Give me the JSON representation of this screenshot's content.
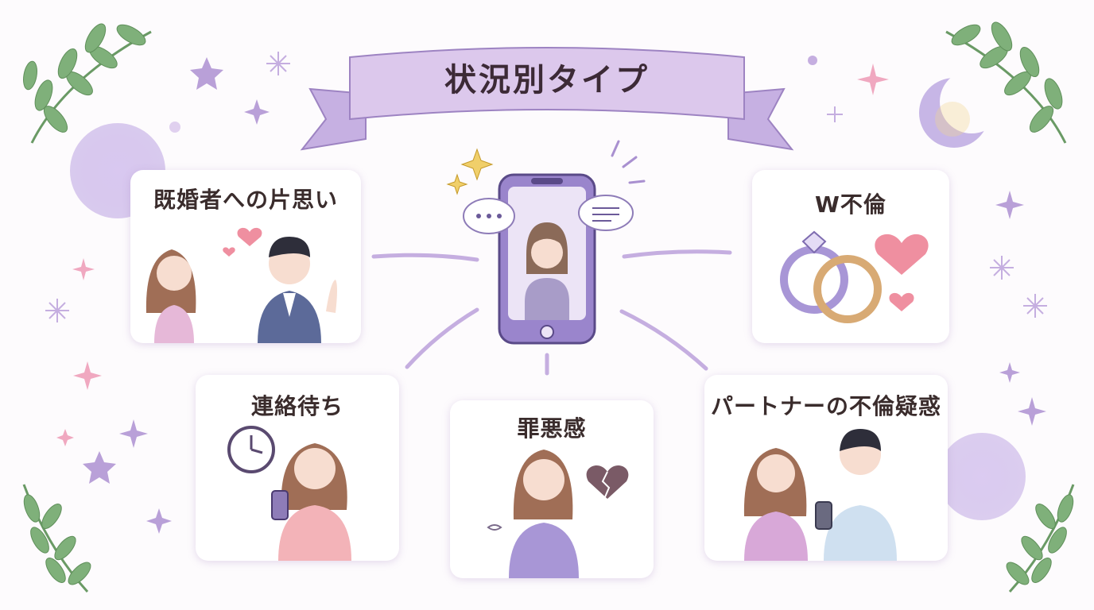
{
  "header": {
    "title": "状況別タイプ"
  },
  "center": {
    "icon": "smartphone-with-woman-icon"
  },
  "cards": [
    {
      "title": "既婚者への片思い",
      "icon": "one-sided-love-illustration"
    },
    {
      "title": "W不倫",
      "icon": "double-rings-hearts-illustration"
    },
    {
      "title": "連絡待ち",
      "icon": "waiting-for-contact-illustration"
    },
    {
      "title": "罪悪感",
      "icon": "guilt-broken-heart-illustration"
    },
    {
      "title": "パートナーの不倫疑惑",
      "icon": "partner-suspicion-illustration"
    }
  ],
  "colors": {
    "accent": "#b9a0d8",
    "ribbon": "#d9c5ea",
    "card": "#ffffff",
    "text": "#3a2c2c",
    "leaf": "#7fb07a",
    "heart": "#ef8fa0"
  }
}
